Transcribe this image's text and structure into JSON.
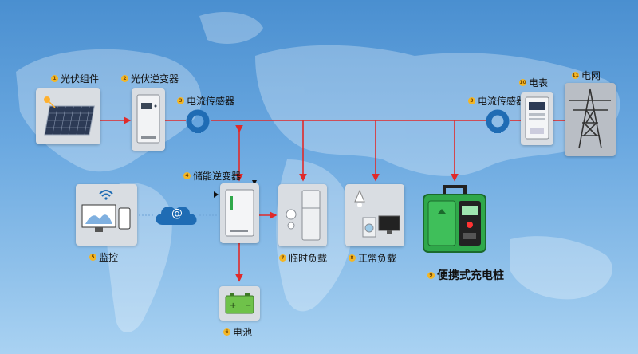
{
  "labels": {
    "pv_module": "光伏组件",
    "pv_inverter": "光伏逆变器",
    "current_sensor_left": "电流传感器",
    "storage_inverter": "储能逆变器",
    "monitoring": "监控",
    "battery": "电池",
    "temp_load": "临时负载",
    "normal_load": "正常负载",
    "charger": "便携式充电桩",
    "current_sensor_right": "电流传感器",
    "meter": "电表",
    "grid": "电网"
  },
  "badges": {
    "pv_module": "1",
    "pv_inverter": "2",
    "current_sensor_left": "3",
    "storage_inverter": "4",
    "monitoring": "5",
    "battery": "6",
    "temp_load": "7",
    "normal_load": "8",
    "charger": "9",
    "current_sensor_right": "3",
    "meter": "10",
    "grid": "11"
  },
  "cloud_symbol": "@",
  "colors": {
    "wire": "#e02a2a",
    "badge": "#f3b626",
    "charger_green": "#2fa84a",
    "battery_green": "#6fc24a",
    "sensor_blue": "#1f6cb4"
  }
}
